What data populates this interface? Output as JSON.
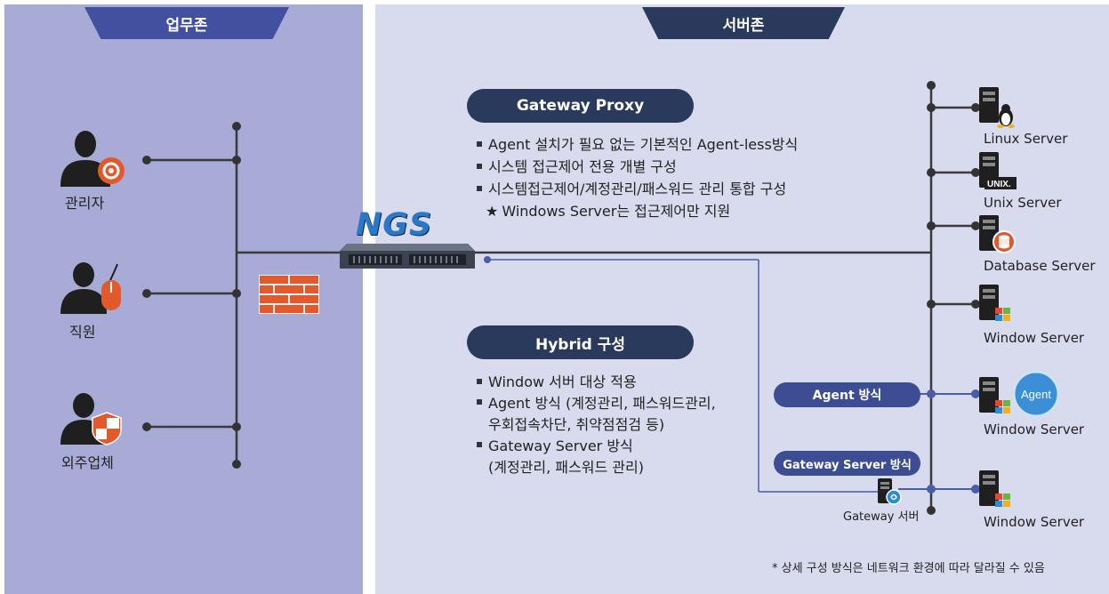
{
  "zones": {
    "business_zone": "업무존",
    "server_zone": "서버존"
  },
  "users": {
    "admin": "관리자",
    "employee": "직원",
    "contractor": "외주업체"
  },
  "product": {
    "logo": "NGS"
  },
  "gateway_proxy": {
    "title": "Gateway Proxy",
    "items": [
      "Agent 설치가 필요 없는 기본적인 Agent-less방식",
      "시스템 접근제어 전용 개별 구성",
      "시스템접근제어/계정관리/패스워드 관리 통합 구성"
    ],
    "note": "Windows Server는 접근제어만 지원"
  },
  "hybrid": {
    "title": "Hybrid 구성",
    "items": [
      "Window 서버 대상 적용",
      "Agent 방식 (계정관리, 패스워드관리,\n우회접속차단, 취약점점검 등)",
      "Gateway Server 방식\n(계정관리, 패스워드 관리)"
    ]
  },
  "servers": {
    "linux": "Linux Server",
    "unix": "Unix Server",
    "database": "Database Server",
    "window1": "Window Server",
    "window2": "Window Server",
    "window3": "Window Server",
    "unix_logo": "UNIX.",
    "agent_badge": "Agent"
  },
  "methods": {
    "agent": "Agent 방식",
    "gateway_server": "Gateway Server 방식",
    "gateway_server_label": "Gateway 서버"
  },
  "footnote": "* 상세 구성 방식은 네트워크 환경에 따라 달라질 수 있음",
  "colors": {
    "left_panel": "#a7abd6",
    "right_panel": "#d8daee",
    "tab_left": "#4250a0",
    "tab_right": "#2a3a5c",
    "pill_dark": "#2a3a5c",
    "pill_blue": "#3d4d93",
    "line_dark": "#3a3a3a",
    "line_blue": "#4a5ea8",
    "firewall": "#e25a2c",
    "ngs_logo": "#2a78c8"
  }
}
